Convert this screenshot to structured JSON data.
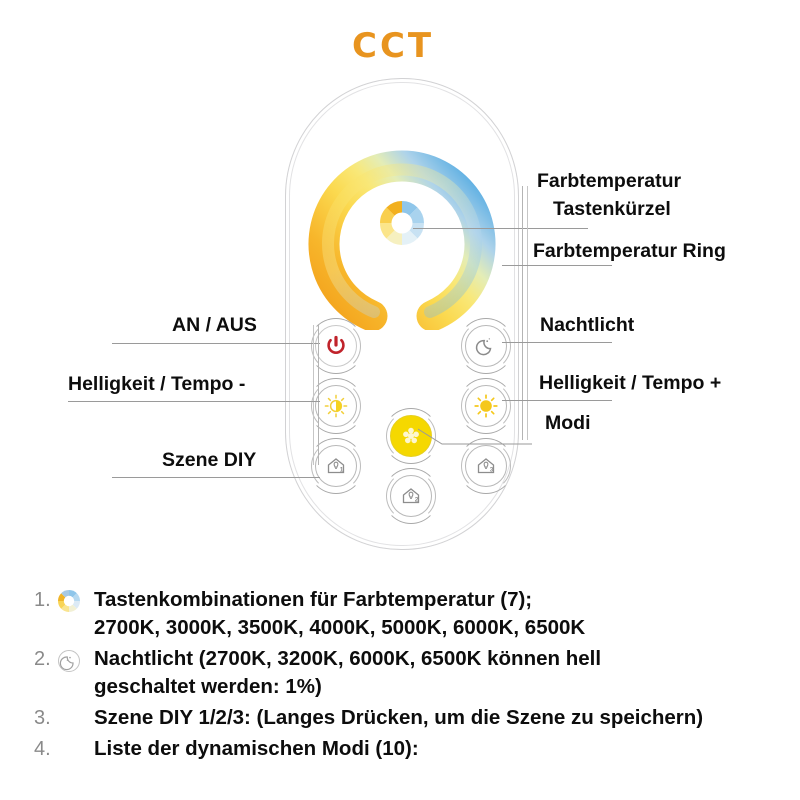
{
  "title": "CCT",
  "colors": {
    "title": "#e8941f",
    "warm": "#f5a623",
    "warm_light": "#f7e36a",
    "cool": "#79bce8",
    "power_red": "#c0232b",
    "mode_yellow": "#f5d800",
    "body": "#ffffff",
    "outline": "#d2d2d4",
    "leader": "#9a9a9a"
  },
  "callouts": {
    "left": [
      {
        "id": "power",
        "label": "AN / AUS"
      },
      {
        "id": "brightness_minus",
        "label": "Helligkeit / Tempo -"
      },
      {
        "id": "scene_diy",
        "label": "Szene DIY"
      }
    ],
    "right": [
      {
        "id": "cct_shortcut",
        "label_line1": "Farbtemperatur",
        "label_line2": "Tastenkürzel"
      },
      {
        "id": "cct_ring",
        "label": "Farbtemperatur Ring"
      },
      {
        "id": "nightlight",
        "label": "Nachtlicht"
      },
      {
        "id": "brightness_plus",
        "label": "Helligkeit / Tempo +"
      },
      {
        "id": "modes",
        "label": "Modi"
      }
    ]
  },
  "buttons": [
    {
      "id": "power",
      "icon": "power-icon",
      "label": "AN / AUS"
    },
    {
      "id": "nightlight",
      "icon": "moon-icon",
      "label": "Nachtlicht"
    },
    {
      "id": "brightness_minus",
      "icon": "sun-half-icon",
      "label": "Helligkeit / Tempo -"
    },
    {
      "id": "brightness_plus",
      "icon": "sun-full-icon",
      "label": "Helligkeit / Tempo +"
    },
    {
      "id": "modes",
      "icon": "flower-modes-icon",
      "label": "Modi"
    },
    {
      "id": "scene1",
      "icon": "house-bulb-1-icon",
      "label": "Szene DIY 1"
    },
    {
      "id": "scene2",
      "icon": "house-bulb-2-icon",
      "label": "Szene DIY 2"
    },
    {
      "id": "scene3",
      "icon": "house-bulb-3-icon",
      "label": "Szene DIY 3"
    }
  ],
  "legend": [
    {
      "num": "1.",
      "icon": "cct-ring-icon",
      "text": "Tastenkombinationen für Farbtemperatur (7);\n2700K, 3000K, 3500K, 4000K, 5000K, 6000K, 6500K"
    },
    {
      "num": "2.",
      "icon": "moon-icon",
      "text": "Nachtlicht (2700K, 3200K, 6000K, 6500K können hell\ngeschaltet werden: 1%)"
    },
    {
      "num": "3.",
      "icon": "none",
      "text": "Szene DIY 1/2/3: (Langes Drücken, um die Szene zu speichern)"
    },
    {
      "num": "4.",
      "icon": "none",
      "text": "Liste der dynamischen Modi (10):"
    }
  ]
}
